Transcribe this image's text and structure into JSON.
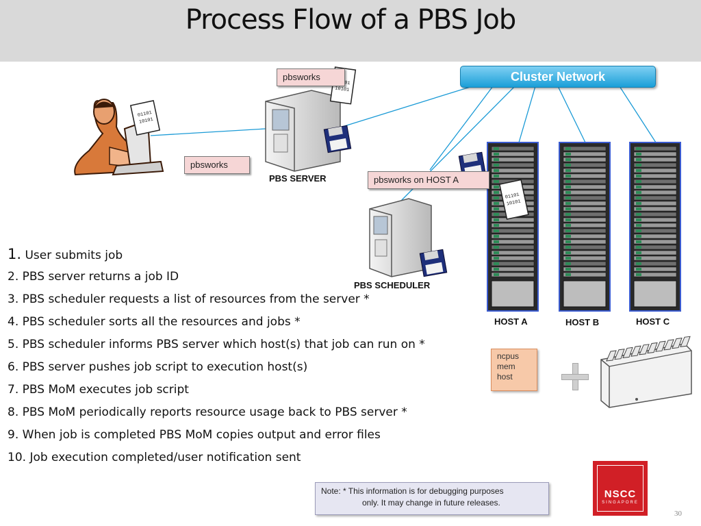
{
  "title": "Process Flow of a PBS Job",
  "cluster_network": "Cluster Network",
  "tags": {
    "server_job": "pbsworks",
    "user_job": "pbsworks",
    "host_job": "pbsworks on HOST A"
  },
  "labels": {
    "pbs_server": "PBS SERVER",
    "pbs_scheduler": "PBS SCHEDULER",
    "host_a": "HOST A",
    "host_b": "HOST B",
    "host_c": "HOST C"
  },
  "binary_doc": [
    "01101",
    "10101"
  ],
  "resources": [
    "ncpus",
    "mem",
    "host"
  ],
  "steps": [
    {
      "num": "1.",
      "text": " User submits job"
    },
    {
      "num": "2.",
      "text": " PBS server returns a job ID"
    },
    {
      "num": "3.",
      "text": " PBS scheduler requests a list of resources from the server *"
    },
    {
      "num": "4.",
      "text": " PBS scheduler sorts all the resources and jobs *"
    },
    {
      "num": "5.",
      "text": " PBS scheduler informs PBS server which host(s) that job can run on *"
    },
    {
      "num": "6.",
      "text": " PBS server pushes job script to execution host(s)"
    },
    {
      "num": "7.",
      "text": " PBS MoM executes job script"
    },
    {
      "num": "8.",
      "text": " PBS MoM periodically reports resource usage back to PBS server *"
    },
    {
      "num": "9.",
      "text": " When job is completed PBS MoM copies output and error files"
    },
    {
      "num": "10.",
      "text": " Job execution completed/user notification sent"
    }
  ],
  "note": {
    "line1": "Note:  * This information is for debugging purposes",
    "line2": "only.  It may change in future releases."
  },
  "logo": {
    "name": "NSCC",
    "sub": "SINGAPORE"
  },
  "page_number": "30",
  "colors": {
    "header_bg": "#d9d9d9",
    "tag_bg": "#f6d6d6",
    "cluster_blue": "#1b9fd8",
    "resource_box": "#f7c9a9",
    "note_bg": "#e6e6f2",
    "logo_red": "#d11f26"
  }
}
